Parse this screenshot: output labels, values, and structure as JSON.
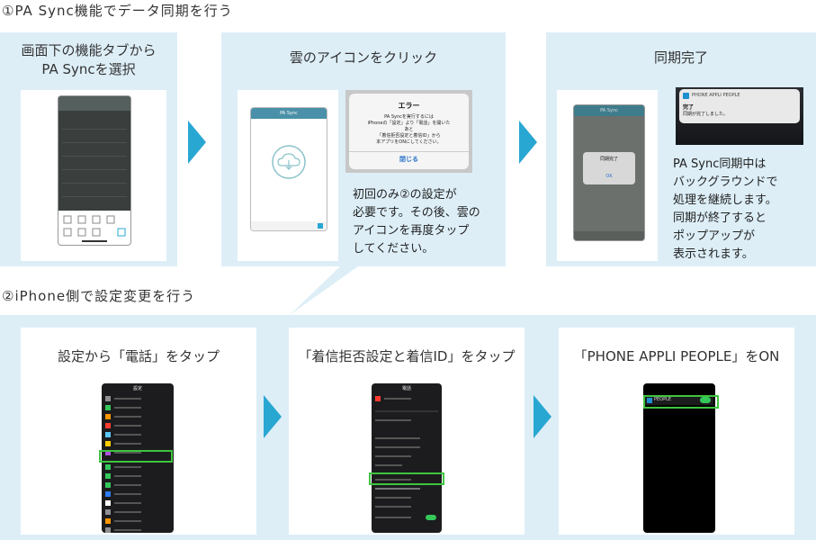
{
  "section1": {
    "heading": "①PA Sync機能でデータ同期を行う",
    "step1": {
      "title_line1": "画面下の機能タブから",
      "title_line2": "PA Syncを選択"
    },
    "step2": {
      "title": "雲のアイコンをクリック",
      "app_header": "PA Sync",
      "dialog_title": "エラー",
      "dialog_line1": "PA Syncを実行するには",
      "dialog_line2": "iPhoneの「設定」より「電話」を開いた",
      "dialog_line3": "あと",
      "dialog_line4": "「着信拒否設定と着信ID」から",
      "dialog_line5": "本アプリをONにしてください。",
      "dialog_button": "閉じる",
      "note_line1": "初回のみ②の設定が",
      "note_line2": "必要です。その後、雲の",
      "note_line3": "アイコンを再度タップ",
      "note_line4": "してください。"
    },
    "step3": {
      "title": "同期完了",
      "app_header": "PA Sync",
      "popup_title": "同期完了",
      "popup_button": "OK",
      "notif_app": "PHONE APPLI PEOPLE",
      "notif_title": "完了",
      "notif_body": "同期が完了しました。",
      "note_line1": "PA Sync同期中は",
      "note_line2": "バックグラウンドで",
      "note_line3": "処理を継続します。",
      "note_line4": "同期が終了すると",
      "note_line5": "ポップアップが",
      "note_line6": "表示されます。"
    }
  },
  "section2": {
    "heading": "②iPhone側で設定変更を行う",
    "step1": {
      "title": "設定から「電話」をタップ",
      "screen_title": "設定"
    },
    "step2": {
      "title": "「着信拒否設定と着信ID」をタップ",
      "screen_title": "電話"
    },
    "step3": {
      "title": "「PHONE APPLI PEOPLE」をON",
      "toggle_label": "PEOPLE"
    }
  },
  "colors": {
    "panel_bg": "#ddeef7",
    "arrow": "#29a7d3",
    "highlight": "#3ec43e",
    "phone_dark": "#1c1c1e"
  }
}
